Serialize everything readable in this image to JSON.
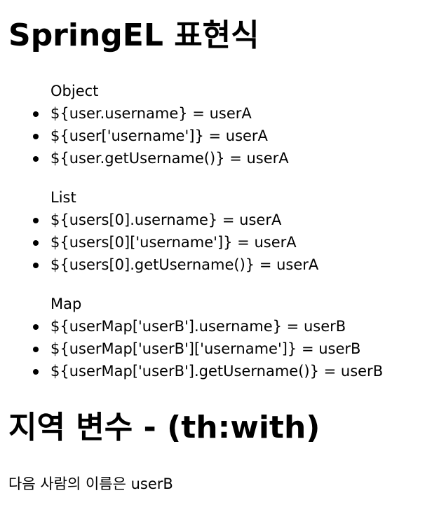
{
  "heading_springel": "SpringEL 표현식",
  "sections": [
    {
      "label": "Object",
      "items": [
        "${user.username} = userA",
        "${user['username']} = userA",
        "${user.getUsername()} = userA"
      ]
    },
    {
      "label": "List",
      "items": [
        "${users[0].username} = userA",
        "${users[0]['username']} = userA",
        "${users[0].getUsername()} = userA"
      ]
    },
    {
      "label": "Map",
      "items": [
        "${userMap['userB'].username} = userB",
        "${userMap['userB']['username']} = userB",
        "${userMap['userB'].getUsername()} = userB"
      ]
    }
  ],
  "heading_local_var": "지역 변수 - (th:with)",
  "local_var_text": "다음 사람의 이름은 userB"
}
